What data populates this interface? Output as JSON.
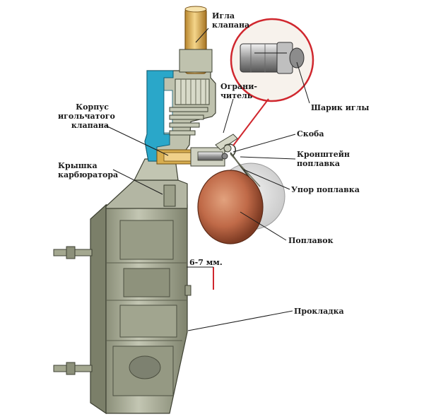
{
  "labels": {
    "needle": "Игла\nклапана",
    "limiter": "Ограни-\nчитель",
    "valve_body": "Корпус\nигольчатого\nклапана",
    "ball": "Шарик иглы",
    "bracket_clip": "Скоба",
    "float_bracket": "Кронштейн\nпоплавка",
    "carb_cover": "Крышка\nкарбюратора",
    "float_stop": "Упор поплавка",
    "float": "Поплавок",
    "gasket": "Прокладка",
    "gap": "6-7 мм."
  },
  "colors": {
    "metal": "#a7ab96",
    "metal_dark": "#6f735f",
    "metal_light": "#d3d6c6",
    "section_blue": "#2aa7c9",
    "brass": "#d9b35a",
    "float_red": "#b8583a",
    "pointer_red": "#d0272e"
  }
}
